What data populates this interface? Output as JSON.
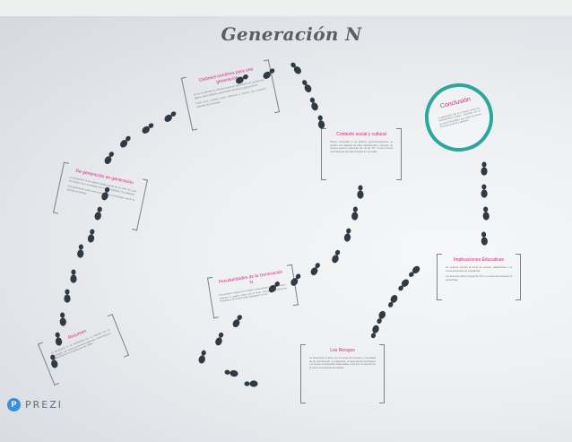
{
  "presentation": {
    "title": "Generación N",
    "brand": "PREZI",
    "accent_color": "#d12a7c",
    "circle_color": "#2ba89b"
  },
  "frames": {
    "diseno": {
      "title": "Distintos nombres para una generación",
      "body": "Se les ha llamado de distintas maneras: generación net, generación digital, nativos digitales, generación interactiva y generación N.",
      "body2": "Todos estos nombres hacen referencia a jóvenes que crecieron rodeados de tecnología."
    },
    "contexto": {
      "title": "Contexto social y cultural",
      "body": "Tienen contenidos a su alcance, generacionalmente no pueden vivir alejados de ellos; adolescentes y jóvenes, de manera general, presentan uso de las TIC, lo que provoca una influencia casi determinante en sus vidas."
    },
    "generacion": {
      "title": "De generación en generación",
      "body": "La Generación N es aquella nacida a partir de los años 90 y que ha crecido con la tecnología y los medios digitales a su alrededor.",
      "body2": "Esta generación crece interactuando con la tecnología, siendo la primera en hacerlo."
    },
    "peculiaridades": {
      "title": "Peculiaridades de la Generación N",
      "body": "Son usuarios capaces de realizar varias tareas al mismo tiempo, prefieren lo gráfico antes que el texto, buscan la gratificación inmediata y funcionan mejor trabajando en red."
    },
    "implicaciones": {
      "title": "Implicaciones Educativas",
      "body": "Se necesita cambiar la forma de enseñar, adaptándose a la nueva generación de estudiantes.",
      "body2": "Los docentes deben integrar las TIC en el aula para favorecer el aprendizaje."
    },
    "riesgos": {
      "title": "Los Riesgos",
      "body": "La Generación N tiene, por el exceso de consumo y necesidad de ser permanentes, el aislamiento, la dependencia tecnológica y el acceso a contenidos inadecuados, a los que se exponen en la red sin el control de los adultos."
    },
    "resumen": {
      "title": "Resumen",
      "body": "La generación N se caracteriza por su relación con la tecnología, que marca su forma de aprender, comunicarse y relacionarse con el mundo que les rodea."
    }
  },
  "conclusion": {
    "title": "Conclusión",
    "body": "La generación Net es un grupo social con características propias, marcadas por el uso de la tecnología, que exige una nueva forma de enseñar y aprender."
  }
}
